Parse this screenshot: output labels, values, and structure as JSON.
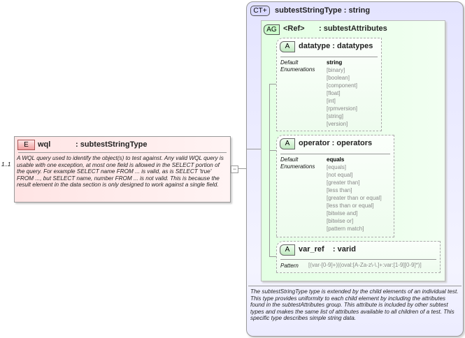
{
  "element": {
    "badge": "E",
    "name": "wql",
    "type": ": subtestStringType",
    "cardinality": "1..1",
    "description": "A WQL query used to identify the object(s) to test against.  Any valid WQL query is usable with one exception, at most one field is allowed in the SELECT portion of the query.  For example SELECT name FROM ... is valid, as is SELECT 'true' FROM ..., but SELECT name, number FROM ... is not valid.  This is because the result element in the data section is only designed to work against a single field."
  },
  "complex_type": {
    "badge": "CT+",
    "title": "subtestStringType : string",
    "description": "The subtestStringType type is extended by the child elements of an individual test.  This type provides uniformity to each child element by including the attributes found in the subtestAttributes group.  This attribute is included by other subtest types and makes the same list of attributes available to all children of a test.  This specific type describes simple string data."
  },
  "attribute_group": {
    "badge": "AG",
    "name": "<Ref>",
    "type": ": subtestAttributes"
  },
  "attributes": [
    {
      "badge": "A",
      "title": "datatype : datatypes",
      "default_label": "Default",
      "enum_label": "Enumerations",
      "default": "string",
      "enumerations": [
        "[binary]",
        "[boolean]",
        "[component]",
        "[float]",
        "[int]",
        "[rpmversion]",
        "[string]",
        "[version]"
      ]
    },
    {
      "badge": "A",
      "title": "operator : operators",
      "default_label": "Default",
      "enum_label": "Enumerations",
      "default": "equals",
      "enumerations": [
        "[equals]",
        "[not equal]",
        "[greater than]",
        "[less than]",
        "[greater than or equal]",
        "[less than or equal]",
        "[bitwise and]",
        "[bitwise or]",
        "[pattern match]"
      ]
    },
    {
      "badge": "A",
      "title": "var_ref    : varid",
      "pattern_label": "Pattern",
      "pattern": "[(var-[0-9]+)|(oval:[A-Za-z\\-\\.]+:var:[1-9][0-9]*)]"
    }
  ],
  "collapse_symbol": "−"
}
